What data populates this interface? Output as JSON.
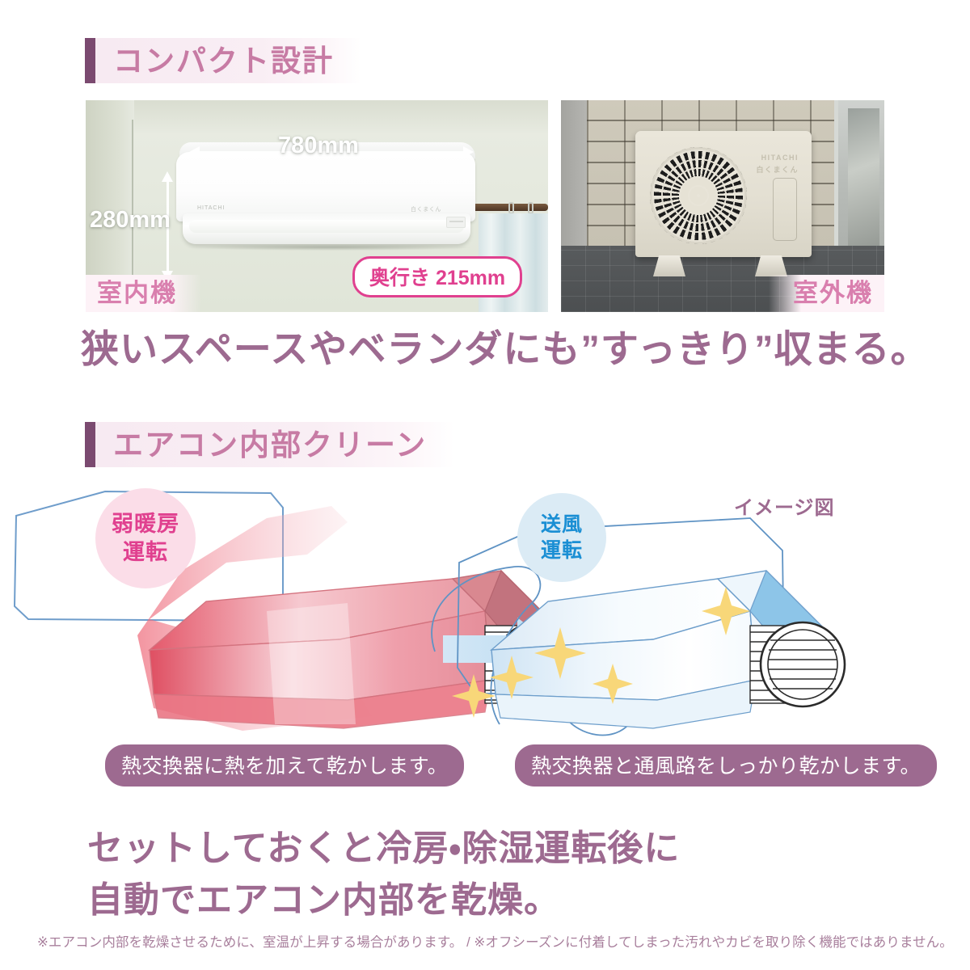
{
  "sections": {
    "compact": {
      "heading": "コンパクト設計",
      "statement": "狭いスペースやベランダにも”すっきり”収まる。",
      "indoor_photo": {
        "tag": "室内機",
        "width_label": "780mm",
        "height_label": "280mm",
        "depth_badge": "奥行き 215mm",
        "brand_left": "HITACHI",
        "brand_right": "白くまくん"
      },
      "outdoor_photo": {
        "tag": "室外機",
        "brand_line1": "HITACHI",
        "brand_line2": "白くまくん"
      }
    },
    "clean": {
      "heading": "エアコン内部クリーン",
      "image_note": "イメージ図",
      "badge_left": "弱暖房\n運転",
      "badge_left_line1": "弱暖房",
      "badge_left_line2": "運転",
      "badge_right_line1": "送風",
      "badge_right_line2": "運転",
      "caption_left": "熱交換器に熱を加えて乾かします。",
      "caption_right": "熱交換器と通風路をしっかり乾かします。",
      "statement_line1": "セットしておくと冷房・除湿運転後に",
      "statement_line2": "自動でエアコン内部を乾燥。"
    }
  },
  "footnote": "※エアコン内部を乾燥させるために、室温が上昇する場合があります。 / ※オフシーズンに付着してしまった汚れやカビを取り除く機能ではありません。",
  "colors": {
    "accent_bar": "#7b4a70",
    "heading_text": "#c77ba4",
    "statement": "#9d6a90",
    "pink": "#e0408f",
    "blue": "#1b8fd4",
    "pill_bg": "#9d6a90",
    "badge_pink_bg": "#fbdde8",
    "badge_blue_bg": "#dbebf5",
    "footnote": "#a87f9c"
  }
}
